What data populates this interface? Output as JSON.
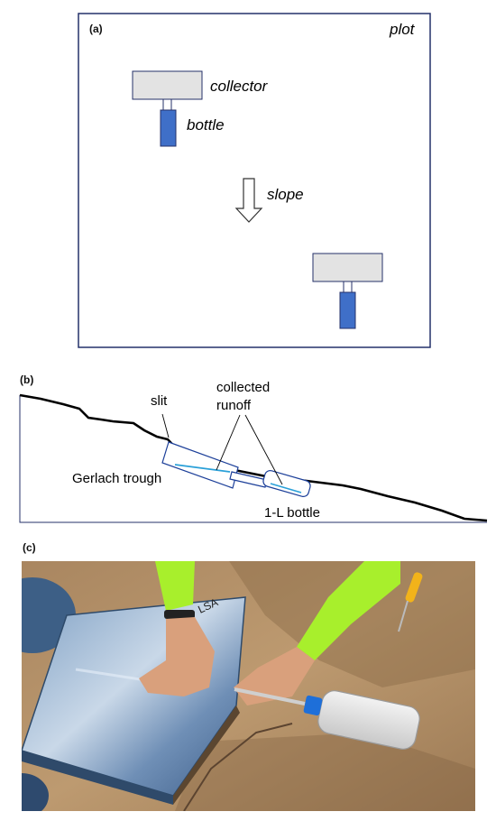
{
  "panel_a": {
    "label": "(a)",
    "corner_label": "plot",
    "collector_label": "collector",
    "bottle_label": "bottle",
    "slope_label": "slope"
  },
  "panel_b": {
    "label": "(b)",
    "slit_label": "slit",
    "collected_label_line1": "collected",
    "collected_label_line2": "runoff",
    "trough_label": "Gerlach trough",
    "bottle_label": "1-L bottle"
  },
  "panel_c": {
    "label": "(c)",
    "photo_marking": "LSA"
  },
  "colors": {
    "collector_fill": "#e3e3e3",
    "bottle_fill": "#3f6fc8",
    "frame": "#24306a",
    "water": "#2aa0d8"
  }
}
